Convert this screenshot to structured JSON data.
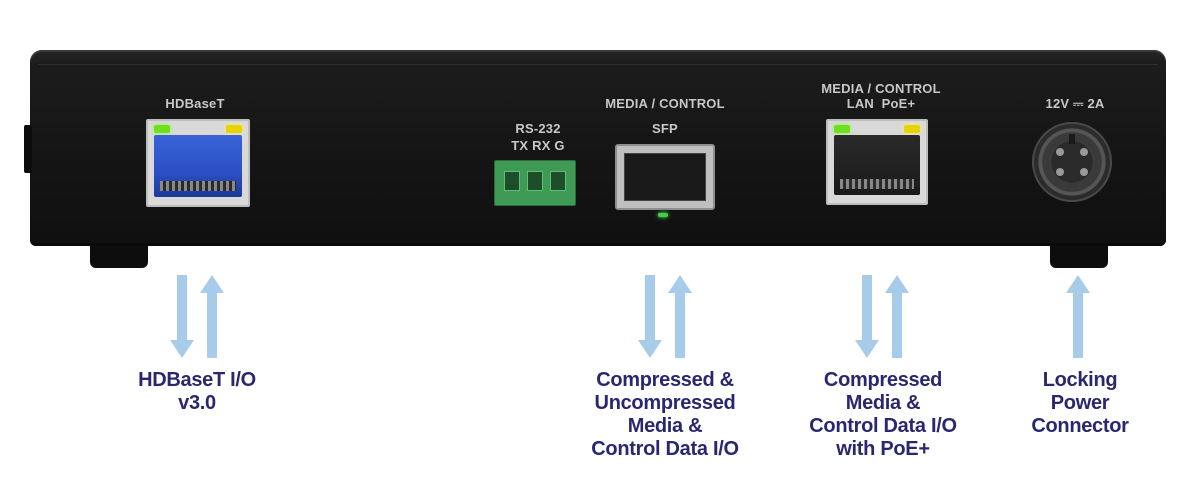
{
  "device": {
    "hdbaset_port_label": "HDBaseT",
    "rs232_label": "RS-232",
    "rs232_pins": "TX RX G",
    "sfp_title": "MEDIA / CONTROL",
    "sfp_label": "SFP",
    "lan_title": "MEDIA / CONTROL",
    "lan_label": "LAN  PoE+",
    "power_label": "12V ⎓ 2A"
  },
  "captions": {
    "hdbaset": "HDBaseT I/O\nv3.0",
    "sfp": "Compressed &\nUncompressed\nMedia &\nControl Data I/O",
    "lan": "Compressed\nMedia &\nControl Data I/O\nwith PoE+",
    "power": "Locking\nPower\nConnector"
  },
  "colors": {
    "device_body": "#141414",
    "port_label": "#c8c8c8",
    "arrow": "#a7ccea",
    "caption": "#2a2670",
    "led_green": "#6fe01f",
    "led_yellow": "#e6d400",
    "terminal_green": "#3f9a55"
  }
}
